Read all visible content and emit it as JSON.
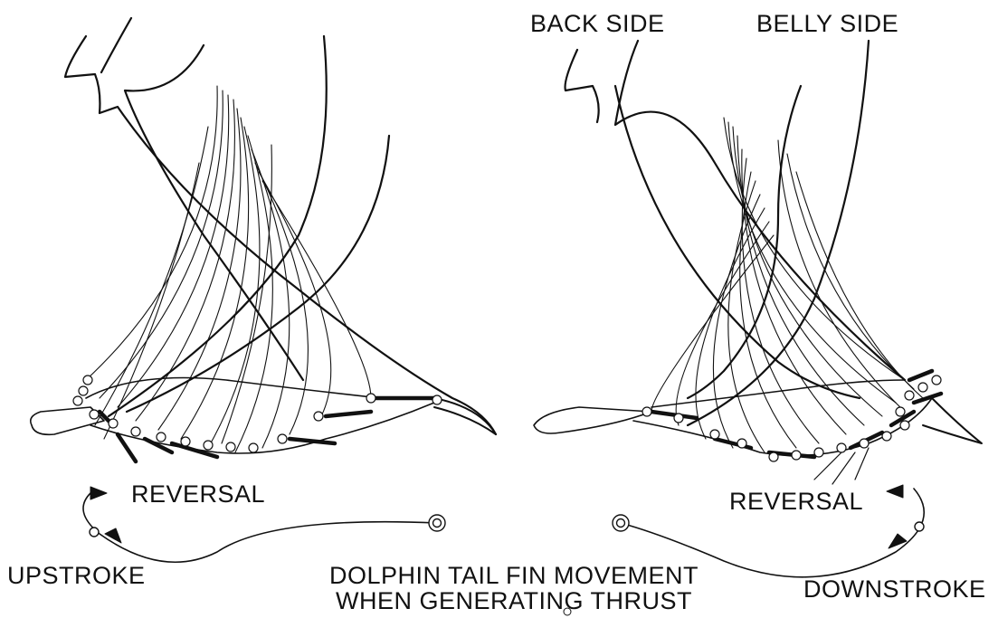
{
  "labels": {
    "back_side": "BACK SIDE",
    "belly_side": "BELLY SIDE",
    "reversal_left": "REVERSAL",
    "reversal_right": "REVERSAL",
    "upstroke": "UPSTROKE",
    "downstroke": "DOWNSTROKE",
    "title_line1": "DOLPHIN TAIL FIN MOVEMENT",
    "title_line2": "WHEN GENERATING THRUST"
  },
  "colors": {
    "ink": "#111111",
    "background": "#ffffff"
  }
}
